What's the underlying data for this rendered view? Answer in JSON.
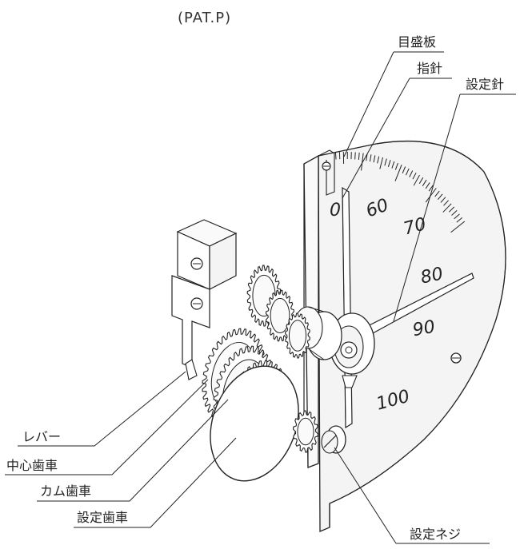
{
  "title": "(PAT.P)",
  "labels": {
    "dial_plate": "目盛板",
    "pointer": "指針",
    "set_pointer": "設定針",
    "lever": "レバー",
    "center_gear": "中心歯車",
    "cam_gear": "カム歯車",
    "set_gear": "設定歯車",
    "set_screw": "設定ネジ"
  },
  "scale_numbers": [
    "60",
    "70",
    "80",
    "90",
    "100"
  ],
  "colors": {
    "line": "#222222",
    "background": "#ffffff",
    "fill": "#f2f2f2"
  }
}
